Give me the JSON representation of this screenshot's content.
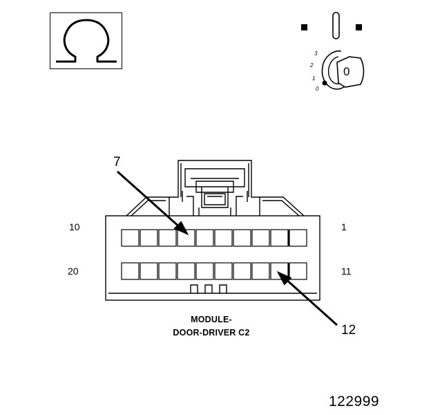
{
  "symbols": {
    "ohmmeter_icon": "ohm-symbol",
    "ohm_glyph": "Ω",
    "ignition_icon": "ignition-key-switch",
    "key_positions": [
      "3",
      "2",
      "1",
      "0"
    ],
    "key_face_label": "0"
  },
  "connector": {
    "caption_line1": "MODULE-",
    "caption_line2": "DOOR-DRIVER C2",
    "top_row_cavities": 10,
    "bottom_row_cavities": 10,
    "pin_labels": {
      "top_left": "10",
      "top_right": "1",
      "bottom_left": "20",
      "bottom_right": "11"
    },
    "callouts": {
      "upper": "7",
      "lower": "12"
    }
  },
  "figure_number": "122999"
}
